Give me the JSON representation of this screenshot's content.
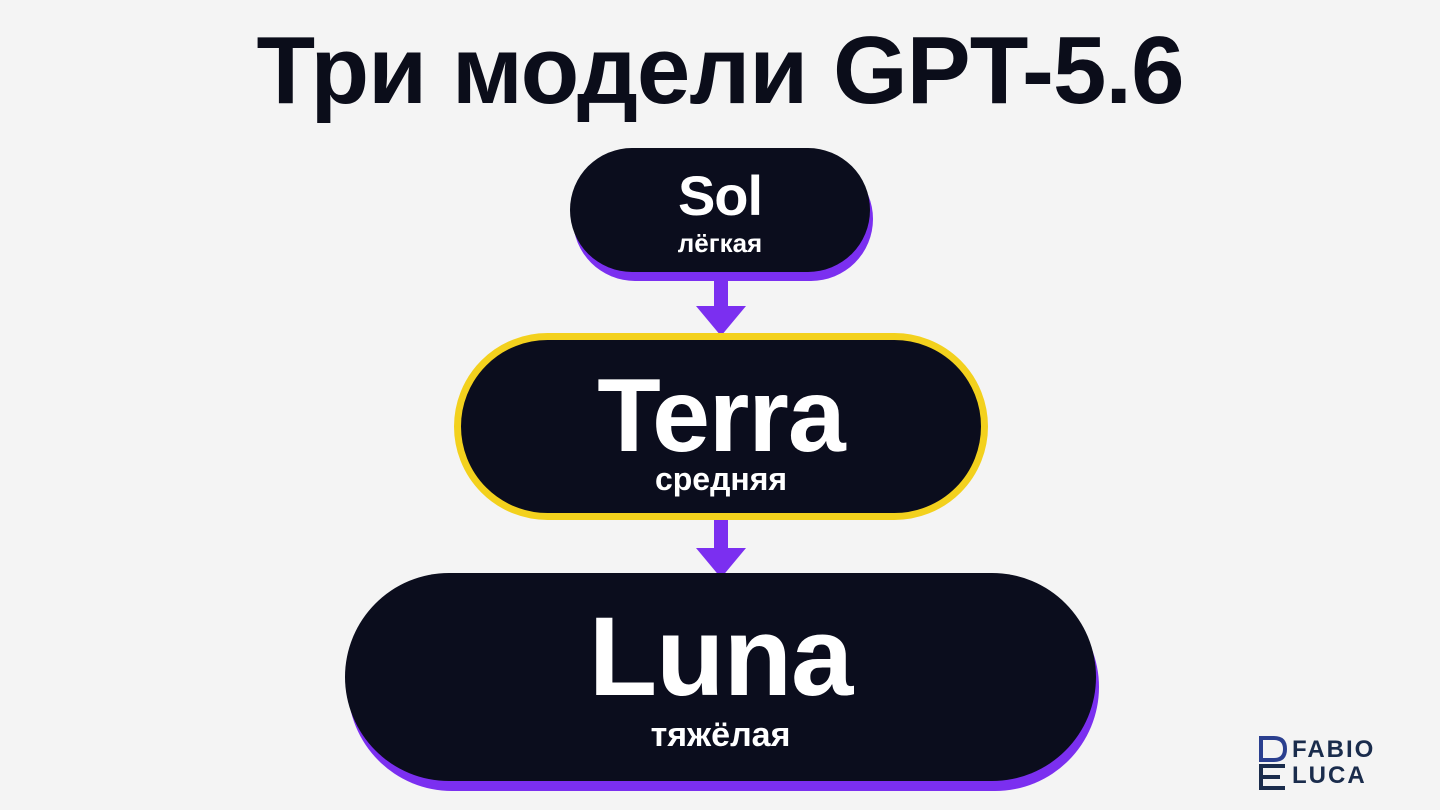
{
  "title": "Три модели GPT-5.6",
  "nodes": [
    {
      "name": "Sol",
      "sub": "лёгкая"
    },
    {
      "name": "Terra",
      "sub": "средняя"
    },
    {
      "name": "Luna",
      "sub": "тяжёлая"
    }
  ],
  "edges": [
    {
      "from": "Sol",
      "to": "Terra"
    },
    {
      "from": "Terra",
      "to": "Luna"
    }
  ],
  "colors": {
    "background": "#f4f4f4",
    "node_fill": "#0b0d1d",
    "accent_purple": "#7b2ff0",
    "highlight_yellow": "#f3d11d",
    "text_dark": "#0b0d1a"
  },
  "branding": {
    "line1": "FABIO",
    "line2": "LUCA",
    "logo_letters": "DE"
  }
}
